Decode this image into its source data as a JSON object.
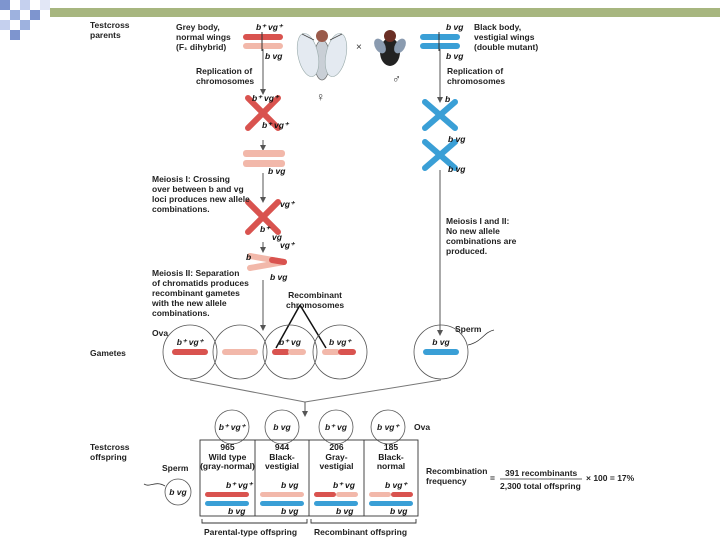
{
  "left_labels": {
    "testcross_parents": [
      "Testcross",
      "parents"
    ],
    "gametes": "Gametes",
    "testcross_offspring": [
      "Testcross",
      "offspring"
    ],
    "sperm_side": "Sperm"
  },
  "female_parent": {
    "desc": [
      "Grey body,",
      "normal wings",
      "(F₁ dihybrid)"
    ],
    "allele_top": "b⁺ vg⁺",
    "allele_bottom": "b  vg",
    "symbol": "♀"
  },
  "male_parent": {
    "desc": [
      "Black body,",
      "vestigial wings",
      "(double mutant)"
    ],
    "allele_top": "b  vg",
    "allele_bottom": "b  vg",
    "symbol": "♂"
  },
  "cross_symbol": "×",
  "steps": {
    "replication_left": [
      "Replication of",
      "chromosomes"
    ],
    "replication_right": [
      "Replication of",
      "chromosomes"
    ],
    "meiosis1": [
      "Meiosis I: Crossing",
      "over between b and vg",
      "loci produces new allele",
      "combinations."
    ],
    "meiosis2": [
      "Meiosis II: Separation",
      "of chromatids produces",
      "recombinant gametes",
      "with the new allele",
      "combinations."
    ],
    "meiosis_right": [
      "Meiosis I and II:",
      "No new allele",
      "combinations are",
      "produced."
    ],
    "recombinant_chromosomes": [
      "Recombinant",
      "chromosomes"
    ]
  },
  "chrom_labels": {
    "rep_top": "b⁺ vg⁺",
    "rep_mid": "b⁺ vg⁺",
    "rep_bottom": "b  vg",
    "cross_top": "vg⁺",
    "cross_b": "b⁺",
    "cross_vg": "vg",
    "sep_top": "vg⁺",
    "sep_b": "b",
    "sep_bottom": "b  vg",
    "right_b": "b",
    "right_bvg": "b vg",
    "right_bvg2": "b vg"
  },
  "ova_label": "Ova",
  "sperm_label": "Sperm",
  "gametes_ova": [
    "b⁺ vg⁺",
    "",
    "b⁺ vg",
    "b vg⁺"
  ],
  "gamete_sperm": "b vg",
  "offspring_ova_label": "Ova",
  "offspring_ova": [
    "b⁺ vg⁺",
    "b vg",
    "b⁺ vg",
    "b vg⁺"
  ],
  "offspring_sperm": "b vg",
  "offspring": [
    {
      "count": "965",
      "phenotype": [
        "Wild type",
        "(gray-normal)"
      ],
      "top": "b⁺ vg⁺",
      "bottom": "b  vg"
    },
    {
      "count": "944",
      "phenotype": [
        "Black-",
        "vestigial"
      ],
      "top": "b  vg",
      "bottom": "b  vg"
    },
    {
      "count": "206",
      "phenotype": [
        "Gray-",
        "vestigial"
      ],
      "top": "b⁺ vg",
      "bottom": "b  vg"
    },
    {
      "count": "185",
      "phenotype": [
        "Black-",
        "normal"
      ],
      "top": "b vg⁺",
      "bottom": "b  vg"
    }
  ],
  "bracket_labels": {
    "parental": "Parental-type offspring",
    "recombinant": "Recombinant offspring"
  },
  "recombination": {
    "label": [
      "Recombination",
      "frequency"
    ],
    "equals": "=",
    "numerator": "391 recombinants",
    "denominator": "2,300 total offspring",
    "tail": "× 100 = 17%"
  },
  "colors": {
    "red": "#d9534f",
    "pink": "#f2b8aa",
    "blue": "#3a9fd6",
    "deco_blue": "#7e95cf",
    "deco_green": "#a7b67f"
  }
}
